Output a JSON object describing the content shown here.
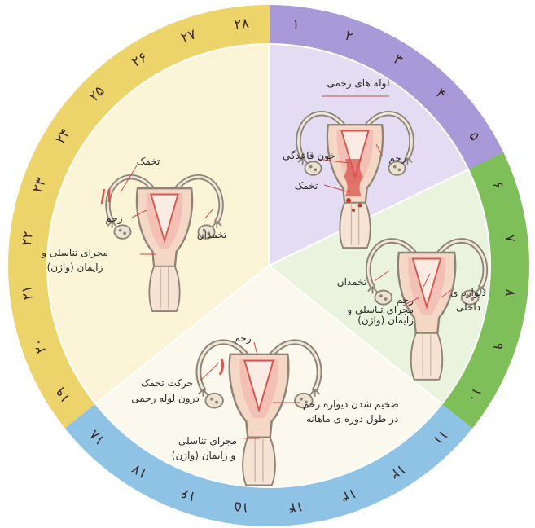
{
  "ring": {
    "days": [
      {
        "n": "۱",
        "c": "#a89ad8"
      },
      {
        "n": "۲",
        "c": "#a89ad8"
      },
      {
        "n": "۳",
        "c": "#a89ad8"
      },
      {
        "n": "۴",
        "c": "#a89ad8"
      },
      {
        "n": "۵",
        "c": "#a89ad8"
      },
      {
        "n": "۶",
        "c": "#7fbf5a"
      },
      {
        "n": "۷",
        "c": "#7fbf5a"
      },
      {
        "n": "۸",
        "c": "#7fbf5a"
      },
      {
        "n": "۹",
        "c": "#7fbf5a"
      },
      {
        "n": "۱۰",
        "c": "#7fbf5a"
      },
      {
        "n": "۱۱",
        "c": "#8fc3e6"
      },
      {
        "n": "۱۲",
        "c": "#8fc3e6"
      },
      {
        "n": "۱۳",
        "c": "#8fc3e6"
      },
      {
        "n": "۱۴",
        "c": "#8fc3e6"
      },
      {
        "n": "۱۵",
        "c": "#8fc3e6"
      },
      {
        "n": "۱۶",
        "c": "#8fc3e6"
      },
      {
        "n": "۱۷",
        "c": "#8fc3e6"
      },
      {
        "n": "۱۸",
        "c": "#8fc3e6"
      },
      {
        "n": "۱۹",
        "c": "#ecd36a"
      },
      {
        "n": "۲۰",
        "c": "#ecd36a"
      },
      {
        "n": "۲۱",
        "c": "#ecd36a"
      },
      {
        "n": "۲۲",
        "c": "#ecd36a"
      },
      {
        "n": "۲۳",
        "c": "#ecd36a"
      },
      {
        "n": "۲۴",
        "c": "#ecd36a"
      },
      {
        "n": "۲۵",
        "c": "#ecd36a"
      },
      {
        "n": "۲۶",
        "c": "#ecd36a"
      },
      {
        "n": "۲۷",
        "c": "#ecd36a"
      },
      {
        "n": "۲۸",
        "c": "#ecd36a"
      }
    ]
  },
  "sectors": {
    "colors": {
      "menstrual": "#e4dcf3",
      "follicular": "#e9f3de",
      "ovulation": "#fbf9ee",
      "luteal": "#fbf4d6"
    }
  },
  "labels": {
    "menstrual": {
      "tubes": "لوله های رحمی",
      "clot": "خون قاعدگی",
      "uterus": "رحم",
      "egg": "تخمک"
    },
    "follicular": {
      "ovary": "تخمدان",
      "wall_a": "دیواره ی",
      "wall_b": "داخلی",
      "uterus": "رحم",
      "vagina_a": "مجرای تناسلی و",
      "vagina_b": "زایمان (واژن)"
    },
    "ovulation": {
      "uterus": "رحم",
      "egg_move_a": "حرکت تخمک",
      "egg_move_b": "درون لوله رحمی",
      "thick_a": "ضخیم شدن دیواره رحم",
      "thick_b": "در طول دوره ی ماهانه",
      "vagina_a": "مجرای تناسلی",
      "vagina_b": "و زایمان (واژن)"
    },
    "luteal": {
      "egg": "تخمک",
      "uterus": "رحم",
      "ovary": "تخمدان",
      "vagina_a": "مجرای تناسلی و",
      "vagina_b": "زایمان (واژن)"
    }
  }
}
